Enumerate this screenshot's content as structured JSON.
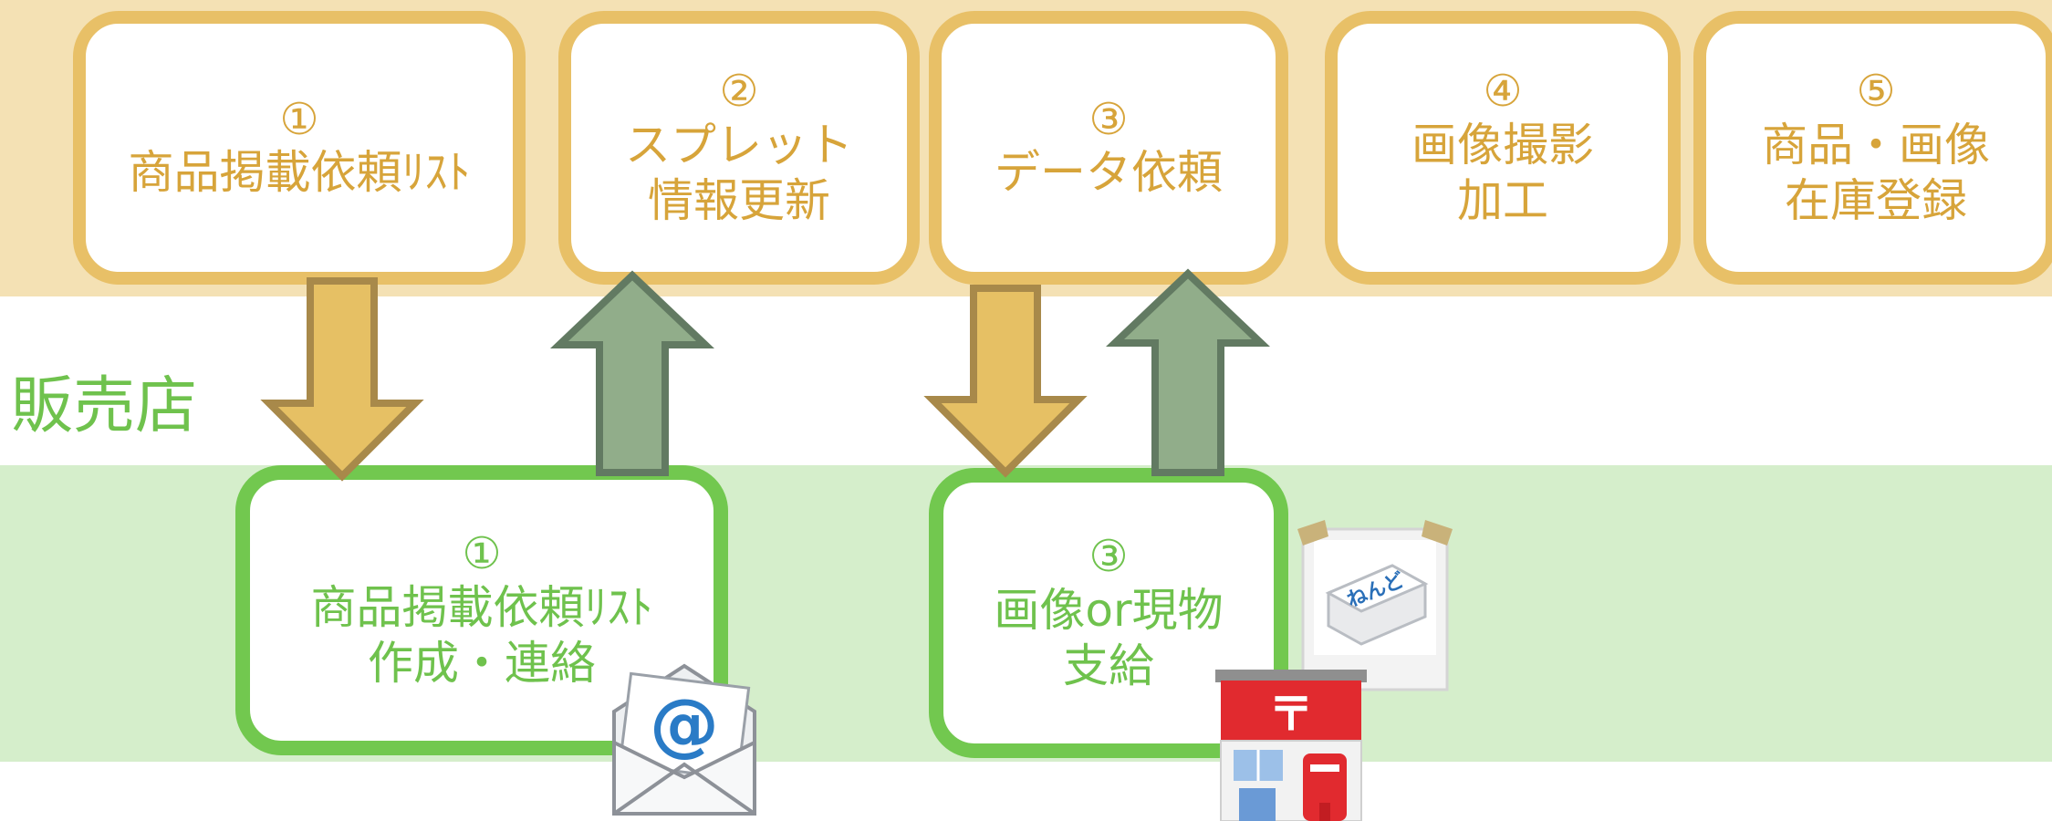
{
  "colors": {
    "top_band": "#f4e1b4",
    "bottom_band": "#d5eecb",
    "top_border": "#e8c067",
    "top_text": "#d7a43a",
    "bottom_border": "#72c84f",
    "bottom_text": "#6fc24d",
    "down_arrow_fill": "#e6c064",
    "down_arrow_stroke": "#a8894a",
    "up_arrow_fill": "#91ad8a",
    "up_arrow_stroke": "#627a62"
  },
  "side_label": "販売店",
  "top_steps": [
    {
      "num": "①",
      "lines": [
        "商品掲載依頼ﾘｽﾄ",
        ""
      ]
    },
    {
      "num": "②",
      "lines": [
        "スプレット",
        "情報更新"
      ]
    },
    {
      "num": "③",
      "lines": [
        "データ依頼",
        ""
      ]
    },
    {
      "num": "④",
      "lines": [
        "画像撮影",
        "加工"
      ]
    },
    {
      "num": "⑤",
      "lines": [
        "商品・画像",
        "在庫登録"
      ]
    }
  ],
  "bottom_steps": [
    {
      "num": "①",
      "lines": [
        "商品掲載依頼ﾘｽﾄ",
        "作成・連絡"
      ]
    },
    {
      "num": "③",
      "lines": [
        "画像or現物",
        "支給"
      ]
    }
  ],
  "illustrations": {
    "mail": {
      "icon": "email-envelope-icon",
      "symbol": "@"
    },
    "product": {
      "icon": "product-photo-icon",
      "label": "ねんど"
    },
    "post_office": {
      "icon": "post-office-icon",
      "symbol": "〒"
    }
  }
}
